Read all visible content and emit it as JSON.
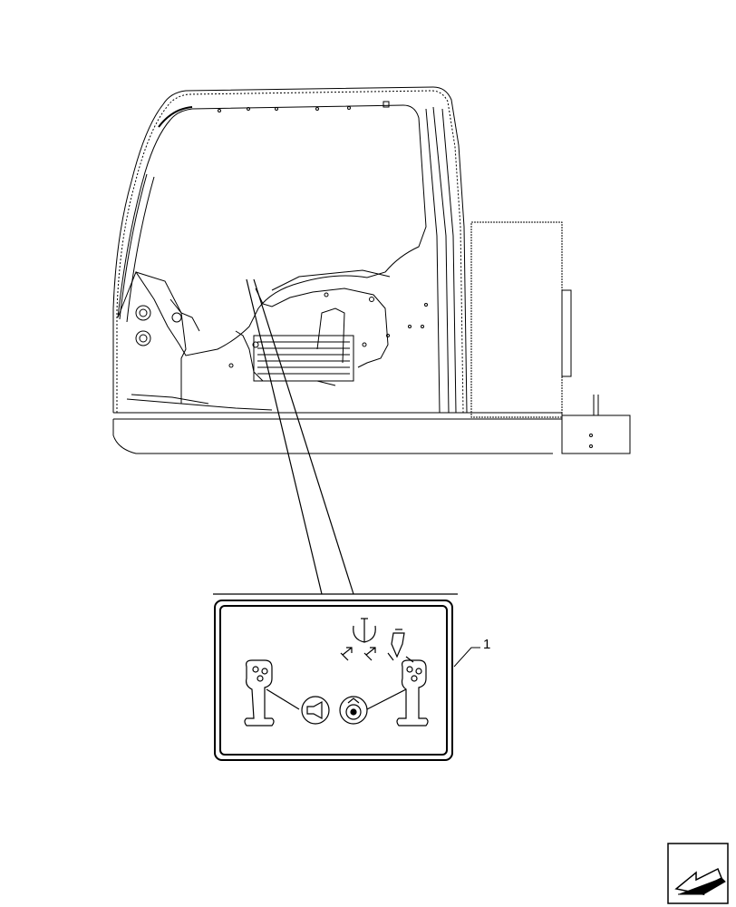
{
  "diagram": {
    "callouts": [
      {
        "id": "decal-callout",
        "label": "1"
      }
    ],
    "parts": {
      "cab": "excavator-cab-outline",
      "decal": "joystick-control-decal",
      "nav": "next-page-arrow-icon"
    },
    "colors": {
      "line": "#000000",
      "background": "#ffffff"
    }
  }
}
